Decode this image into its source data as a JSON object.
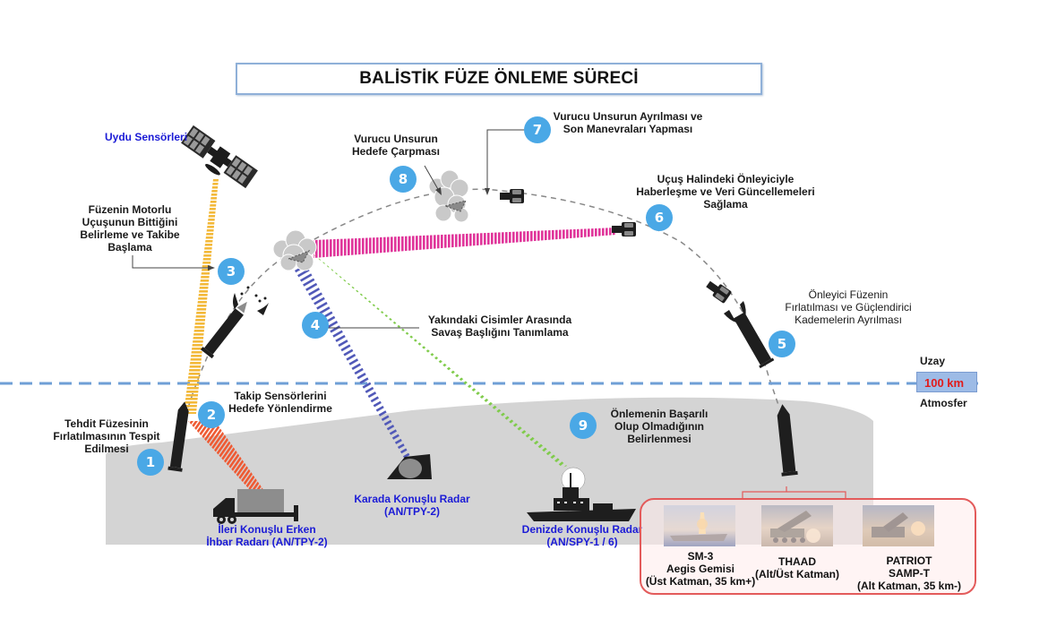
{
  "title": "BALİSTİK FÜZE ÖNLEME SÜRECİ",
  "sensors": {
    "satellite_label": "Uydu Sensörleri"
  },
  "steps": [
    {
      "number": "1",
      "label": [
        "Tehdit Füzesinin",
        "Fırlatılmasının Tespit",
        "Edilmesi"
      ]
    },
    {
      "number": "2",
      "label": [
        "Takip Sensörlerini",
        "Hedefe Yönlendirme"
      ]
    },
    {
      "number": "3",
      "label": [
        "Füzenin Motorlu",
        "Uçuşunun Bittiğini",
        "Belirleme ve Takibe",
        "Başlama"
      ]
    },
    {
      "number": "4",
      "label": [
        "Yakındaki Cisimler Arasında",
        "Savaş Başlığını Tanımlama"
      ]
    },
    {
      "number": "5",
      "label": [
        "Önleyici Füzenin",
        "Fırlatılması ve Güçlendirici",
        "Kademelerin Ayrılması"
      ]
    },
    {
      "number": "6",
      "label": [
        "Uçuş Halindeki Önleyiciyle",
        "Haberleşme ve Veri Güncellemeleri",
        "Sağlama"
      ]
    },
    {
      "number": "7",
      "label": [
        "Vurucu Unsurun Ayrılması ve",
        "Son Manevraları Yapması"
      ]
    },
    {
      "number": "8",
      "label": [
        "Vurucu Unsurun",
        "Hedefe Çarpması"
      ]
    },
    {
      "number": "9",
      "label": [
        "Önlemenin Başarılı",
        "Olup Olmadığının",
        "Belirlenmesi"
      ]
    }
  ],
  "radars": [
    {
      "label": [
        "İleri Konuşlu Erken",
        "İhbar Radarı (AN/TPY-2)"
      ]
    },
    {
      "label": [
        "Karada Konuşlu Radar",
        "(AN/TPY-2)"
      ]
    },
    {
      "label": [
        "Denizde Konuşlu Radar",
        "(AN/SPY-1 / 6)"
      ]
    }
  ],
  "boundary": {
    "space_label": "Uzay",
    "altitude_label": "100 km",
    "atmosphere_label": "Atmosfer"
  },
  "interceptor_systems": [
    {
      "label": [
        "SM-3",
        "Aegis  Gemisi",
        "(Üst Katman, 35 km+)"
      ]
    },
    {
      "label": [
        "THAAD",
        "(Alt/Üst Katman)"
      ]
    },
    {
      "label": [
        "PATRIOT",
        "SAMP-T",
        "(Alt Katman,  35 km-)"
      ]
    }
  ],
  "colors": {
    "badge": "#4aa8e6",
    "satellite_beam": "#f3b93a",
    "early_warning_beam": "#ee5a33",
    "land_radar_beam": "#5058b8",
    "sea_radar_beam": "#7fcb4a",
    "datalink_beam": "#e0359a",
    "boundary_line": "#6f9fd6",
    "ground": "#d4d4d4",
    "radar_label": "#1b1bd6",
    "altitude_text": "#e21b1b",
    "systems_border": "#e35b5b"
  }
}
